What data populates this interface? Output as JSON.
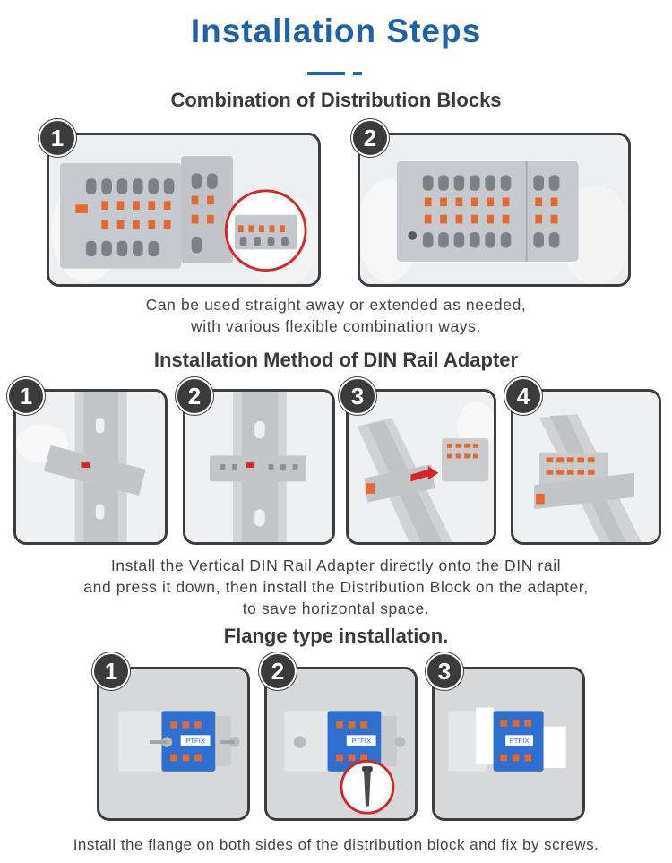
{
  "header": {
    "title": "Installation Steps"
  },
  "sections": {
    "combination": {
      "title": "Combination of Distribution Blocks",
      "steps": [
        "1",
        "2"
      ],
      "description_line1": "Can be used straight away or extended as needed,",
      "description_line2": "with various flexible combination ways."
    },
    "din_rail": {
      "title": "Installation Method of DIN Rail Adapter",
      "steps": [
        "1",
        "2",
        "3",
        "4"
      ],
      "description_line1": "Install the Vertical DIN Rail Adapter directly onto the DIN rail",
      "description_line2": "and press it down, then install the Distribution Block on the adapter,",
      "description_line3": "to save horizontal space."
    },
    "flange": {
      "title": "Flange type installation.",
      "steps": [
        "1",
        "2",
        "3"
      ],
      "brand_label": "PTFIX",
      "description": "Install the flange on both sides of the distribution block and fix by screws."
    }
  },
  "colors": {
    "title_blue": "#1f62a8",
    "badge_dark": "#3b3b3b",
    "block_gray": "#bfc2c6",
    "lever_orange": "#e4692e",
    "highlight_red": "#d8232a",
    "block_blue": "#2f6fd0"
  }
}
